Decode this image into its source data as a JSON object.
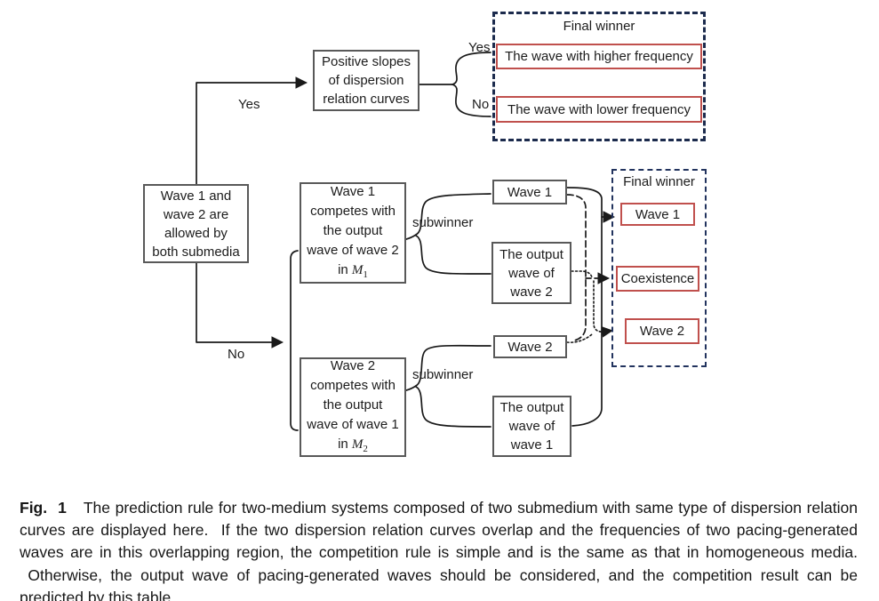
{
  "colors": {
    "line": "#1a1a1a",
    "gray_box_border": "#595959",
    "red_accent_border": "#c0504d",
    "navy_dashed_border": "#1e2c52",
    "text": "#1c1c1c"
  },
  "flowchart": {
    "root_box": {
      "lines": [
        "Wave 1 and",
        "wave 2 are",
        "allowed by",
        "both submedia"
      ]
    },
    "yes_label": "Yes",
    "no_label": "No",
    "slopes_box": {
      "lines": [
        "Positive slopes",
        "of dispersion",
        "relation curves"
      ]
    },
    "top_final": {
      "title": "Final winner",
      "yes_label": "Yes",
      "no_label": "No",
      "higher_box": "The wave with higher frequency",
      "lower_box": "The wave with lower frequency"
    },
    "m1_box": {
      "lines": [
        "Wave 1",
        "competes with",
        "the output",
        "wave of wave 2"
      ],
      "in_word": "in ",
      "var": "M",
      "var_sub": "1"
    },
    "m2_box": {
      "lines": [
        "Wave 2",
        "competes with",
        "the output",
        "wave of wave 1"
      ],
      "in_word": "in ",
      "var": "M",
      "var_sub": "2"
    },
    "subwinner_top": "subwinner",
    "subwinner_bottom": "subwinner",
    "wave1_box": "Wave 1",
    "output_wave2_box": {
      "lines": [
        "The output",
        "wave of",
        "wave 2"
      ]
    },
    "wave2_box": "Wave 2",
    "output_wave1_box": {
      "lines": [
        "The output",
        "wave of",
        "wave 1"
      ]
    },
    "right_final": {
      "title": "Final winner",
      "wave1": "Wave 1",
      "coexistence": "Coexistence",
      "wave2": "Wave 2"
    }
  },
  "caption": {
    "fig_label": "Fig.",
    "fig_number": "1",
    "body": "The prediction rule for two-medium systems composed of two submedium with same type of dispersion relation curves are displayed here.  If the two dispersion relation curves overlap and the frequencies of two pacing-generated waves are in this overlapping region, the competition rule is simple and is the same as that in homogeneous media.  Otherwise, the output wave of pacing-generated waves should be considered, and the competition result can be predicted by this table."
  }
}
